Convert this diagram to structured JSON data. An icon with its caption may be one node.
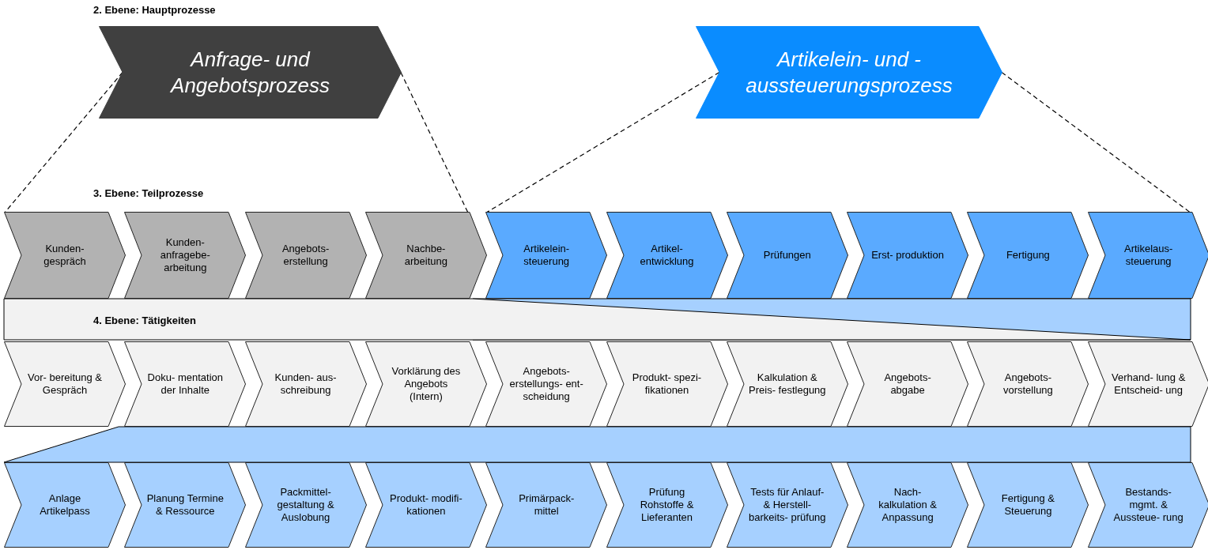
{
  "diagram": {
    "nodes": [
      {
        "text": [
          "Anfrage- und Angebotsprozess"
        ]
      },
      {
        "text": [
          "Artikelein- und - aussteuerungsprozess"
        ]
      },
      {
        "text": [
          "Kunden- gespräch"
        ]
      },
      {
        "text": [
          "Kunden- anfragebe- arbeitung"
        ]
      },
      {
        "text": [
          "Angebots- erstellung"
        ]
      },
      {
        "text": [
          "Nachbe- arbeitung"
        ]
      },
      {
        "text": [
          "Artikelein- steuerung"
        ]
      },
      {
        "text": [
          "Artikel- entwicklung"
        ]
      },
      {
        "text": [
          "Prüfungen"
        ]
      },
      {
        "text": [
          "Erst- produktion"
        ]
      },
      {
        "text": [
          "Fertigung"
        ]
      },
      {
        "text": [
          "Artikelaus- steuerung"
        ]
      },
      {
        "text": [
          "Vor- bereitung & Gespräch"
        ]
      },
      {
        "text": [
          "Doku- mentation der Inhalte"
        ]
      },
      {
        "text": [
          "Kunden- aus- schreibung"
        ]
      },
      {
        "text": [
          "Vorklärung des Angebots (Intern)"
        ]
      },
      {
        "text": [
          "Angebots- erstellungs- ent- scheidung"
        ]
      },
      {
        "text": [
          "Produkt- spezi- fikationen"
        ]
      },
      {
        "text": [
          "Kalkulation & Preis- festlegung"
        ]
      },
      {
        "text": [
          "Angebots- abgabe"
        ]
      },
      {
        "text": [
          "Angebots- vorstellung"
        ]
      },
      {
        "text": [
          "Verhand- lung & Entscheid- ung"
        ]
      },
      {
        "text": [
          "Anlage Artikelpass"
        ]
      },
      {
        "text": [
          "Planung Termine & Ressource"
        ]
      },
      {
        "text": [
          "Packmittel- gestaltung & Auslobung"
        ]
      },
      {
        "text": [
          "Produkt- modifi- kationen"
        ]
      },
      {
        "text": [
          "Primärpack- mittel"
        ]
      },
      {
        "text": [
          "Prüfung Rohstoffe & Lieferanten"
        ]
      },
      {
        "text": [
          "Tests für Anlauf- & Herstell- barkeits- prüfung"
        ]
      },
      {
        "text": [
          "Nach- kalkulation & Anpassung"
        ]
      },
      {
        "text": [
          "Fertigung & Steuerung"
        ]
      },
      {
        "text": [
          "Bestands- mgmt. & Aussteue- rung"
        ]
      }
    ],
    "edges": [
      {
        "from": 0,
        "to": 2,
        "arrow": "none",
        "style": "dashed"
      },
      {
        "from": 0,
        "to": 5,
        "arrow": "none",
        "style": "dashed"
      },
      {
        "from": 1,
        "to": 6,
        "arrow": "none",
        "style": "dashed"
      },
      {
        "from": 1,
        "to": 11,
        "arrow": "none",
        "style": "dashed"
      }
    ],
    "labels": [
      "2. Ebene: Hauptprozesse",
      "3. Ebene: Teilprozesse",
      "4. Ebene: Tätigkeiten"
    ]
  }
}
